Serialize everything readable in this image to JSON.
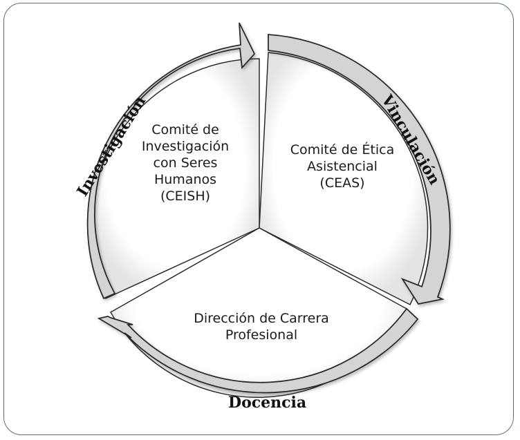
{
  "segments": {
    "top_left": {
      "lines": [
        "Comité de",
        "Investigación",
        "con Seres",
        "Humanos",
        "(CEISH)"
      ]
    },
    "top_right": {
      "lines": [
        "Comité de Ética",
        "Asistencial",
        "(CEAS)"
      ]
    },
    "bottom": {
      "lines": [
        "Dirección de Carrera",
        "Profesional"
      ]
    }
  },
  "arc_labels": {
    "left": "Investigación",
    "right": "Vinculación",
    "bottom": "Docencia"
  },
  "colors": {
    "frame": "#5b6f82",
    "arrow_fill": "#d4d4d4",
    "arrow_stroke": "#2b2b2b",
    "divider": "#2b2b2b"
  }
}
